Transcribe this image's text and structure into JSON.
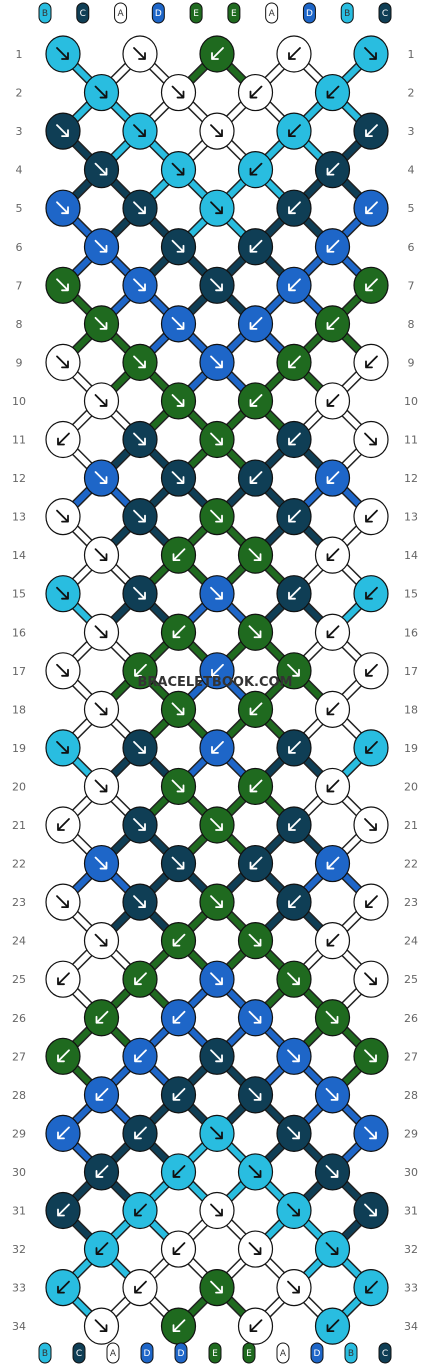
{
  "colors": {
    "A": "#ffffff",
    "B": "#29bde0",
    "C": "#0f3e55",
    "D": "#1e66c8",
    "E": "#1f6a1f"
  },
  "strands_top": [
    "B",
    "C",
    "A",
    "D",
    "E",
    "E",
    "A",
    "D",
    "B",
    "C"
  ],
  "strands_bottom": [
    "B",
    "C",
    "A",
    "D",
    "D",
    "E",
    "E",
    "A",
    "D",
    "B",
    "C"
  ],
  "row_labels": [
    "1",
    "2",
    "3",
    "4",
    "5",
    "6",
    "7",
    "8",
    "9",
    "10",
    "11",
    "12",
    "13",
    "14",
    "15",
    "16",
    "17",
    "18",
    "19",
    "20",
    "21",
    "22",
    "23",
    "24",
    "25",
    "26",
    "27",
    "28",
    "29",
    "30",
    "31",
    "32",
    "33",
    "34"
  ],
  "watermark": "BRACELETBOOK.COM",
  "knots": [
    [
      [
        "B",
        "f"
      ],
      [
        "A",
        "f"
      ],
      [
        "E",
        "b"
      ],
      [
        "A",
        "bf"
      ],
      [
        "B",
        "fb"
      ]
    ],
    [
      [
        "B",
        "f"
      ],
      [
        "A",
        "f"
      ],
      [
        "A",
        "b"
      ],
      [
        "B",
        "b"
      ]
    ],
    [
      [
        "C",
        "f"
      ],
      [
        "B",
        "f"
      ],
      [
        "A",
        "f"
      ],
      [
        "B",
        "b"
      ],
      [
        "C",
        "b"
      ]
    ],
    [
      [
        "C",
        "f"
      ],
      [
        "B",
        "f"
      ],
      [
        "B",
        "b"
      ],
      [
        "C",
        "b"
      ]
    ],
    [
      [
        "D",
        "f"
      ],
      [
        "C",
        "f"
      ],
      [
        "B",
        "f"
      ],
      [
        "C",
        "b"
      ],
      [
        "D",
        "b"
      ]
    ],
    [
      [
        "D",
        "f"
      ],
      [
        "C",
        "f"
      ],
      [
        "C",
        "b"
      ],
      [
        "D",
        "b"
      ]
    ],
    [
      [
        "E",
        "f"
      ],
      [
        "D",
        "f"
      ],
      [
        "C",
        "f"
      ],
      [
        "D",
        "b"
      ],
      [
        "E",
        "b"
      ]
    ],
    [
      [
        "E",
        "f"
      ],
      [
        "D",
        "f"
      ],
      [
        "D",
        "b"
      ],
      [
        "E",
        "b"
      ]
    ],
    [
      [
        "A",
        "f"
      ],
      [
        "E",
        "f"
      ],
      [
        "D",
        "f"
      ],
      [
        "E",
        "b"
      ],
      [
        "A",
        "b"
      ]
    ],
    [
      [
        "A",
        "fb"
      ],
      [
        "E",
        "f"
      ],
      [
        "E",
        "b"
      ],
      [
        "A",
        "bf"
      ]
    ],
    [
      [
        "A",
        "b"
      ],
      [
        "C",
        "f"
      ],
      [
        "E",
        "f"
      ],
      [
        "C",
        "b"
      ],
      [
        "A",
        "f"
      ]
    ],
    [
      [
        "D",
        "fb"
      ],
      [
        "C",
        "fb"
      ],
      [
        "C",
        "bf"
      ],
      [
        "D",
        "bf"
      ]
    ],
    [
      [
        "A",
        "f"
      ],
      [
        "C",
        "f"
      ],
      [
        "E",
        "f"
      ],
      [
        "C",
        "b"
      ],
      [
        "A",
        "b"
      ]
    ],
    [
      [
        "A",
        "fb"
      ],
      [
        "E",
        "b"
      ],
      [
        "E",
        "f"
      ],
      [
        "A",
        "bf"
      ]
    ],
    [
      [
        "B",
        "fb"
      ],
      [
        "C",
        "fb"
      ],
      [
        "D",
        "f"
      ],
      [
        "C",
        "bf"
      ],
      [
        "B",
        "bf"
      ]
    ],
    [
      [
        "A",
        "fb"
      ],
      [
        "E",
        "b"
      ],
      [
        "E",
        "f"
      ],
      [
        "A",
        "bf"
      ]
    ],
    [
      [
        "A",
        "fb"
      ],
      [
        "E",
        "b"
      ],
      [
        "D",
        "bf"
      ],
      [
        "E",
        "f"
      ],
      [
        "A",
        "bf"
      ]
    ],
    [
      [
        "A",
        "fb"
      ],
      [
        "E",
        "fb"
      ],
      [
        "E",
        "bf"
      ],
      [
        "A",
        "bf"
      ]
    ],
    [
      [
        "B",
        "fb"
      ],
      [
        "C",
        "fb"
      ],
      [
        "D",
        "b"
      ],
      [
        "C",
        "bf"
      ],
      [
        "B",
        "bf"
      ]
    ],
    [
      [
        "A",
        "fb"
      ],
      [
        "E",
        "f"
      ],
      [
        "E",
        "b"
      ],
      [
        "A",
        "bf"
      ]
    ],
    [
      [
        "A",
        "b"
      ],
      [
        "C",
        "f"
      ],
      [
        "E",
        "f"
      ],
      [
        "C",
        "b"
      ],
      [
        "A",
        "f"
      ]
    ],
    [
      [
        "D",
        "fb"
      ],
      [
        "C",
        "fb"
      ],
      [
        "C",
        "bf"
      ],
      [
        "D",
        "bf"
      ]
    ],
    [
      [
        "A",
        "f"
      ],
      [
        "C",
        "f"
      ],
      [
        "E",
        "f"
      ],
      [
        "C",
        "b"
      ],
      [
        "A",
        "b"
      ]
    ],
    [
      [
        "A",
        "fb"
      ],
      [
        "E",
        "b"
      ],
      [
        "E",
        "f"
      ],
      [
        "A",
        "bf"
      ]
    ],
    [
      [
        "A",
        "b"
      ],
      [
        "E",
        "b"
      ],
      [
        "D",
        "f"
      ],
      [
        "E",
        "f"
      ],
      [
        "A",
        "f"
      ]
    ],
    [
      [
        "E",
        "b"
      ],
      [
        "D",
        "b"
      ],
      [
        "D",
        "f"
      ],
      [
        "E",
        "f"
      ]
    ],
    [
      [
        "E",
        "b"
      ],
      [
        "D",
        "b"
      ],
      [
        "C",
        "f"
      ],
      [
        "D",
        "f"
      ],
      [
        "E",
        "f"
      ]
    ],
    [
      [
        "D",
        "b"
      ],
      [
        "C",
        "b"
      ],
      [
        "C",
        "f"
      ],
      [
        "D",
        "f"
      ]
    ],
    [
      [
        "D",
        "b"
      ],
      [
        "C",
        "b"
      ],
      [
        "B",
        "f"
      ],
      [
        "C",
        "f"
      ],
      [
        "D",
        "f"
      ]
    ],
    [
      [
        "C",
        "b"
      ],
      [
        "B",
        "b"
      ],
      [
        "B",
        "f"
      ],
      [
        "C",
        "f"
      ]
    ],
    [
      [
        "C",
        "b"
      ],
      [
        "B",
        "b"
      ],
      [
        "A",
        "f"
      ],
      [
        "B",
        "f"
      ],
      [
        "C",
        "f"
      ]
    ],
    [
      [
        "B",
        "b"
      ],
      [
        "A",
        "b"
      ],
      [
        "A",
        "f"
      ],
      [
        "B",
        "f"
      ]
    ],
    [
      [
        "B",
        "b"
      ],
      [
        "A",
        "b"
      ],
      [
        "E",
        "f"
      ],
      [
        "A",
        "fb"
      ],
      [
        "B",
        "bf"
      ]
    ],
    [
      [
        "A",
        "fb"
      ],
      [
        "E",
        "b"
      ],
      [
        "A",
        "bf"
      ],
      [
        "B",
        "bf"
      ]
    ]
  ]
}
